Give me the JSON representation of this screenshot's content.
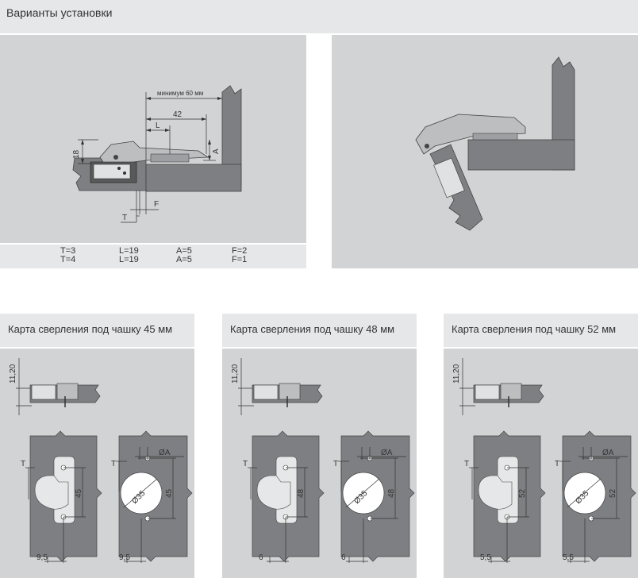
{
  "section_title": "Варианты установки",
  "install_diagram": {
    "min_label": "минимум 60 мм",
    "dim_42": "42",
    "dim_L": "L",
    "dim_18": "18",
    "dim_A": "A",
    "dim_F": "F",
    "dim_T": "T"
  },
  "specs": [
    {
      "t": "T=3",
      "l": "L=19",
      "a": "A=5",
      "f": "F=2"
    },
    {
      "t": "T=4",
      "l": "L=19",
      "a": "A=5",
      "f": "F=1"
    }
  ],
  "maps": [
    {
      "title": "Карта сверления под чашку 45 мм",
      "height_label": "11,20",
      "spacing": "45",
      "offset_left": "9,5",
      "offset_right": "9,5",
      "cup": "Ø35",
      "t_label": "T",
      "a_label": "ØA"
    },
    {
      "title": "Карта сверления под чашку 48 мм",
      "height_label": "11,20",
      "spacing": "48",
      "offset_left": "6",
      "offset_right": "6",
      "cup": "Ø35",
      "t_label": "T",
      "a_label": "ØA"
    },
    {
      "title": "Карта сверления под чашку 52 мм",
      "height_label": "11,20",
      "spacing": "52",
      "offset_left": "5,5",
      "offset_right": "5,5",
      "cup": "Ø35",
      "t_label": "T",
      "a_label": "ØA"
    }
  ],
  "colors": {
    "panel": "#d1d3d4",
    "header": "#e6e7e8",
    "wood": "#7d7f82",
    "wood_dark": "#58595b",
    "metal": "#bcbec0"
  }
}
